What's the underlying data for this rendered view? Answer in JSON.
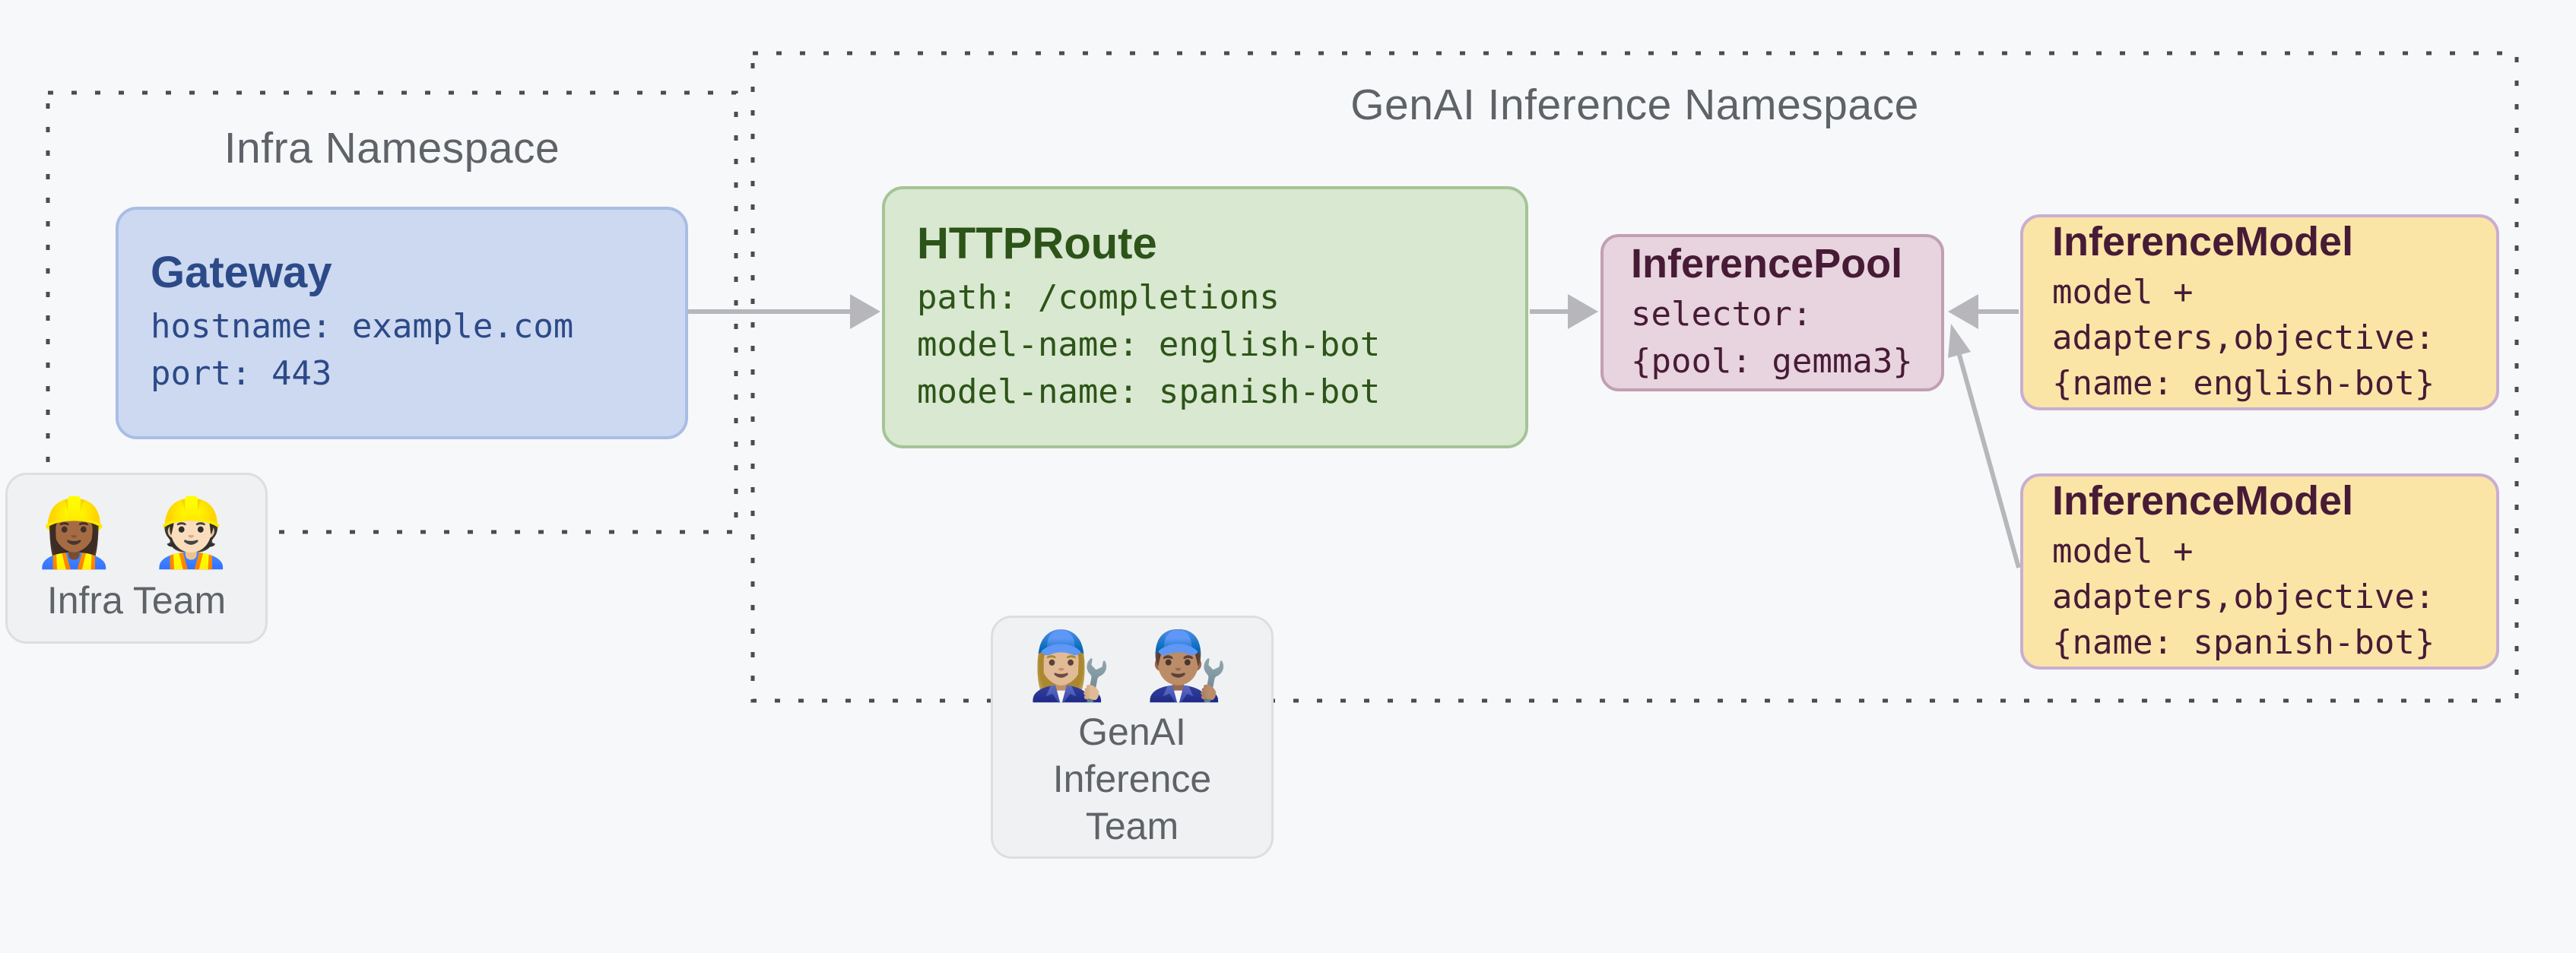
{
  "diagram": {
    "background_color": "#f7f8fa",
    "dotted_border_color": "#4c4c4c",
    "arrow_color": "#b7b7bb"
  },
  "namespaces": {
    "infra": {
      "title": "Infra Namespace"
    },
    "genai": {
      "title": "GenAI Inference Namespace"
    }
  },
  "nodes": {
    "gateway": {
      "title": "Gateway",
      "lines": [
        "hostname: example.com",
        "port: 443"
      ],
      "bg": "#cdd9f1",
      "border": "#a9bde4",
      "text": "#2c4a87"
    },
    "httproute": {
      "title": "HTTPRoute",
      "lines": [
        "path: /completions",
        "model-name: english-bot",
        "model-name: spanish-bot"
      ],
      "bg": "#d9e8d1",
      "border": "#a5c497",
      "text": "#2d5418"
    },
    "inference_pool": {
      "title": "InferencePool",
      "lines": [
        "selector:",
        "{pool: gemma3}"
      ],
      "bg": "#e7d4de",
      "border": "#c29fb2",
      "text": "#471b36"
    },
    "inference_model_english": {
      "title": "InferenceModel",
      "lines": [
        "model +",
        "adapters,objective:",
        "{name: english-bot}"
      ],
      "bg": "#fae5a7",
      "border": "#c9aed0",
      "text": "#471b36"
    },
    "inference_model_spanish": {
      "title": "InferenceModel",
      "lines": [
        "model +",
        "adapters,objective:",
        "{name: spanish-bot}"
      ],
      "bg": "#fae5a7",
      "border": "#c9aed0",
      "text": "#471b36"
    }
  },
  "teams": {
    "infra": {
      "emojis": "👷🏾‍♀️ 👷🏻",
      "label": "Infra Team",
      "bg": "#f0f1f3",
      "text": "#5f6368"
    },
    "genai": {
      "emojis": "👩🏼‍🔧 👨🏽‍🔧",
      "label": "GenAI Inference Team",
      "bg": "#f0f1f3",
      "text": "#5f6368"
    }
  }
}
